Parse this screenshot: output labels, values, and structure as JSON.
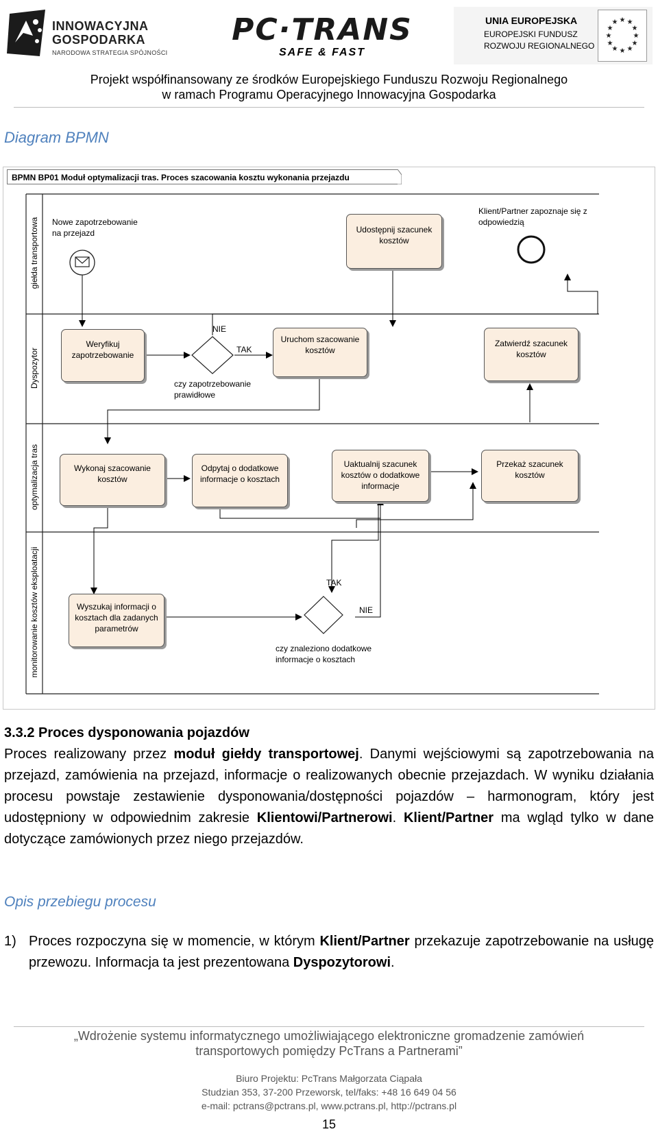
{
  "header": {
    "ig_line1": "INNOWACYJNA",
    "ig_line2": "GOSPODARKA",
    "ig_line3": "NARODOWA STRATEGIA SPÓJNOŚCI",
    "pc_brand": "PC·TRANS",
    "pc_tagline": "SAFE & FAST",
    "ue_line1": "UNIA EUROPEJSKA",
    "ue_line2": "EUROPEJSKI FUNDUSZ",
    "ue_line3": "ROZWOJU REGIONALNEGO",
    "project_line1": "Projekt współfinansowany ze środków Europejskiego Funduszu Rozwoju Regionalnego",
    "project_line2": "w ramach Programu Operacyjnego Innowacyjna Gospodarka"
  },
  "section_diagram_heading": "Diagram BPMN",
  "diagram": {
    "title": "BPMN BP01 Moduł optymalizacji tras. Proces szacowania kosztu wykonania przejazdu",
    "lanes": [
      "giełda transportowa",
      "Dyspozytor",
      "optymalizacja tras",
      "monitorowanie kosztów eksploatacji"
    ],
    "start_event_label": "Nowe zapotrzebowanie na przejazd",
    "task_publish": "Udostępnij szacunek kosztów",
    "end_event_label": "Klient/Partner zapoznaje się z odpowiedzią",
    "task_verify": "Weryfikuj zapotrzebowanie",
    "gateway1_label": "czy zapotrzebowanie prawidłowe",
    "gateway1_no": "NIE",
    "gateway1_yes": "TAK",
    "task_run": "Uruchom szacowanie kosztów",
    "task_approve": "Zatwierdź szacunek kosztów",
    "task_estimate": "Wykonaj szacowanie kosztów",
    "task_ask": "Odpytaj o dodatkowe informacje o kosztach",
    "task_update": "Uaktualnij szacunek kosztów o dodatkowe informacje",
    "task_pass": "Przekaż szacunek kosztów",
    "task_search": "Wyszukaj informacji o kosztach dla zadanych parametrów",
    "gateway2_label": "czy znaleziono dodatkowe informacje o kosztach",
    "gateway2_yes": "TAK",
    "gateway2_no": "NIE"
  },
  "section_title": "3.3.2 Proces dysponowania pojazdów",
  "paragraph": {
    "p1_a": "Proces realizowany przez ",
    "p1_b": "moduł giełdy transportowej",
    "p1_c": ". Danymi wejściowymi są zapotrzebowania na przejazd, zamówienia na przejazd, informacje o realizowanych obecnie przejazdach. W wyniku działania procesu powstaje zestawienie dysponowania/dostępności pojazdów – harmonogram, który jest udostępniony w odpowiednim zakresie ",
    "p1_d": "Klientowi/Partnerowi",
    "p1_e": ". ",
    "p1_f": "Klient/Partner",
    "p1_g": " ma wgląd tylko w dane dotyczące zamówionych przez niego przejazdów."
  },
  "subheading": "Opis przebiegu procesu",
  "list_item": {
    "number": "1)",
    "a": "Proces rozpoczyna się w momencie, w którym ",
    "b": "Klient/Partner",
    "c": " przekazuje zapotrzebowanie na usługę przewozu. Informacja ta jest prezentowana ",
    "d": "Dyspozytorowi",
    "e": "."
  },
  "footer": {
    "quote_line1": "„Wdrożenie systemu informatycznego umożliwiającego elektroniczne gromadzenie zamówień",
    "quote_line2": "transportowych pomiędzy PcTrans a Partnerami”",
    "office": "Biuro Projektu: PcTrans Małgorzata Ciąpała",
    "address": "Studzian 353, 37-200 Przeworsk, tel/faks: +48 16 649 04 56",
    "contact": "e-mail: pctrans@pctrans.pl, www.pctrans.pl, http://pctrans.pl",
    "page_number": "15"
  },
  "colors": {
    "heading_blue": "#4f81bd",
    "task_fill": "#fbeee0"
  }
}
